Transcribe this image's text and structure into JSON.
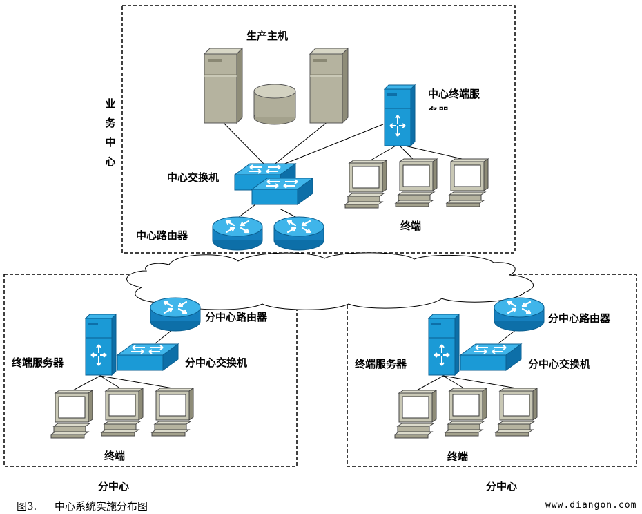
{
  "hq": {
    "side_label": "业务中心",
    "production_hosts_label": "生产主机",
    "terminal_server_label": "中心终端服务器",
    "switch_label": "中心交换机",
    "router_label": "中心路由器",
    "terminals_label": "终端"
  },
  "branches": [
    {
      "router_label": "分中心路由器",
      "switch_label": "分中心交换机",
      "server_label": "终端服务器",
      "terminals_label": "终端",
      "footer_label": "分中心"
    },
    {
      "router_label": "分中心路由器",
      "switch_label": "分中心交换机",
      "server_label": "终端服务器",
      "terminals_label": "终端",
      "footer_label": "分中心"
    }
  ],
  "caption": {
    "figure_no": "图3.",
    "title": "中心系统实施分布图"
  },
  "watermark": "www.diangon.com",
  "colors": {
    "device_blue": "#1b9ad6",
    "device_blue_dark": "#0d6fa8",
    "host_gray": "#b5b39f",
    "monitor_gray": "#c9c8b5",
    "border": "#000000"
  },
  "icons": [
    "server-tower-icon",
    "storage-cylinder-icon",
    "switch-icon",
    "router-icon",
    "terminal-server-icon",
    "workstation-icon",
    "network-cloud-icon"
  ]
}
